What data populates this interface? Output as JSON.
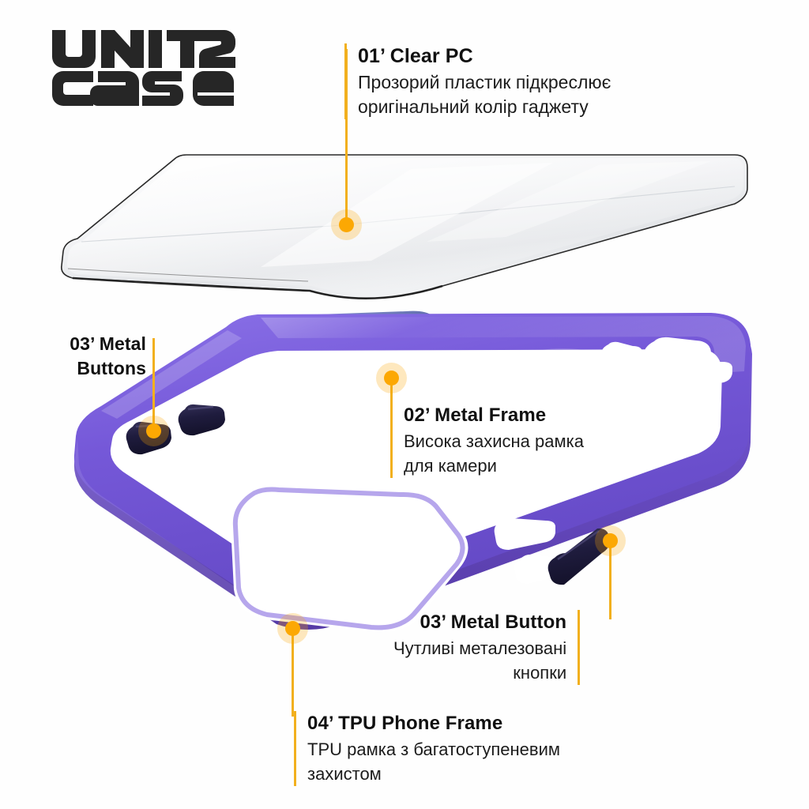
{
  "brand": {
    "logo_line1": "UNIT2",
    "logo_line2": "CASE",
    "logo_name": "unite-case-logo"
  },
  "colors": {
    "background": "#fefefe",
    "accent_gold": "#F2B01E",
    "dot": "#FCA803",
    "tpu_purple": "#6E4FCC",
    "tpu_purple_light": "#8A6FE0",
    "tpu_purple_dark": "#5A3FB0",
    "metal_blue": "#5B6AAE",
    "metal_blue_dark": "#2B3468",
    "button_navy": "#1E1B3A",
    "clear_pc": "#F2F3F4",
    "text": "#101010"
  },
  "callouts": [
    {
      "id": "clear-pc",
      "number": "01",
      "title": "01’ Clear PC",
      "desc_lines": [
        "Прозорий пластик підкреслює",
        "оригінальний колір гаджету"
      ],
      "bar": "left"
    },
    {
      "id": "metal-frame",
      "number": "02",
      "title": "02’ Metal Frame",
      "desc_lines": [
        "Висока захисна рамка",
        "для камери"
      ],
      "bar": "left"
    },
    {
      "id": "metal-buttons",
      "number": "03",
      "title_lines": [
        "03’ Metal",
        "Buttons"
      ],
      "desc_lines": [],
      "bar": "none"
    },
    {
      "id": "metal-button",
      "number": "03",
      "title": "03’ Metal Button",
      "desc_lines": [
        "Чутливі металезовані",
        "кнопки"
      ],
      "bar": "right"
    },
    {
      "id": "tpu-phone-frame",
      "number": "04",
      "title": "04’ TPU Phone Frame",
      "desc_lines": [
        "TPU рамка з багатоступеневим",
        "захистом"
      ],
      "bar": "left"
    }
  ],
  "product": {
    "name": "phone-case-exploded-view",
    "parts": [
      {
        "name": "clear-pc-back-plate",
        "label": "Clear PC"
      },
      {
        "name": "metal-camera-frame",
        "label": "Metal Frame"
      },
      {
        "name": "metal-button-left-1",
        "label": "Metal Button"
      },
      {
        "name": "metal-button-left-2",
        "label": "Metal Button"
      },
      {
        "name": "metal-button-right",
        "label": "Metal Button"
      },
      {
        "name": "tpu-bumper-frame",
        "label": "TPU Phone Frame"
      }
    ]
  }
}
